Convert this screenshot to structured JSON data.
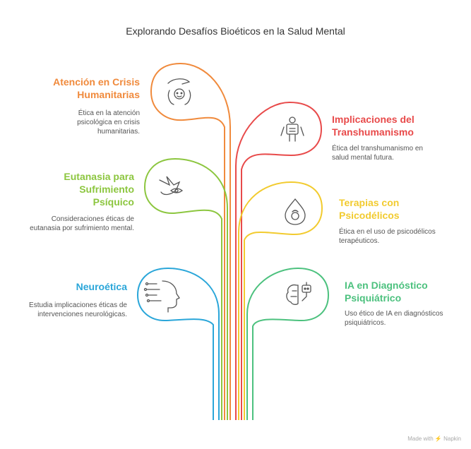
{
  "title": "Explorando Desafíos Bioéticos en la Salud Mental",
  "footer": "Made with ⚡ Napkin",
  "colors": {
    "orange": "#F08A3C",
    "red": "#E84A4A",
    "green": "#8CC63F",
    "yellow": "#F2CB2F",
    "blue": "#2AA6D9",
    "teal": "#4CC17E"
  },
  "items": [
    {
      "title": "Atención en Crisis Humanitarias",
      "description": "Ética en la atención psicológica en crisis humanitarias.",
      "color": "#F08A3C",
      "icon": "helping-hand-child-icon"
    },
    {
      "title": "Implicaciones del Transhumanismo",
      "description": "Ética del transhumanismo en salud mental futura.",
      "color": "#E84A4A",
      "icon": "robot-human-icon"
    },
    {
      "title": "Eutanasia para Sufrimiento Psíquico",
      "description": "Consideraciones éticas de eutanasia por sufrimiento mental.",
      "color": "#8CC63F",
      "icon": "dove-eye-icon"
    },
    {
      "title": "Terapias con Psicodélicos",
      "description": "Ética en el uso de psicodélicos terapéuticos.",
      "color": "#F2CB2F",
      "icon": "psychedelic-drop-icon"
    },
    {
      "title": "Neuroética",
      "description": "Estudia implicaciones éticas de intervenciones neurológicas.",
      "color": "#2AA6D9",
      "icon": "brain-circuit-head-icon"
    },
    {
      "title": "IA en Diagnóstico Psiquiátrico",
      "description": "Uso ético de IA en diagnósticos psiquiátricos.",
      "color": "#4CC17E",
      "icon": "ai-brain-robot-icon"
    }
  ]
}
